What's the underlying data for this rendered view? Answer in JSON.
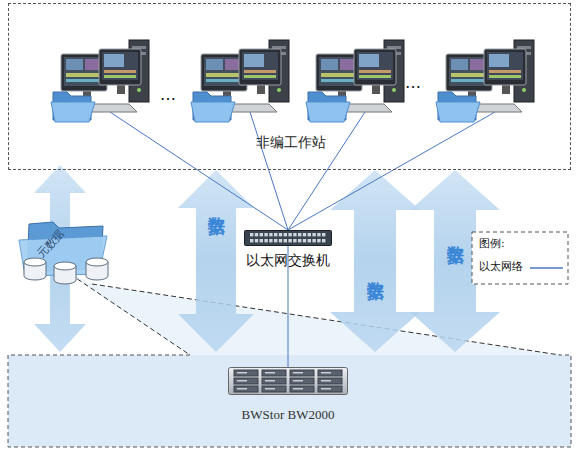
{
  "diagram": {
    "nodes": [
      {
        "text": [
          "非编工作站"
        ]
      },
      {
        "text": [
          "以太网交换机"
        ]
      },
      {
        "text": [
          "BWStor BW2000"
        ]
      },
      {
        "text": [
          "元数据"
        ]
      }
    ],
    "edges": [
      {
        "from": 0,
        "to": 1,
        "arrow": "none"
      },
      {
        "from": 1,
        "to": 2,
        "arrow": "none"
      }
    ],
    "labels": [
      "…",
      "…",
      "数据",
      "数据",
      "数据",
      "图例:"
    ],
    "legend": [
      {
        "text": "以太网络"
      }
    ]
  }
}
